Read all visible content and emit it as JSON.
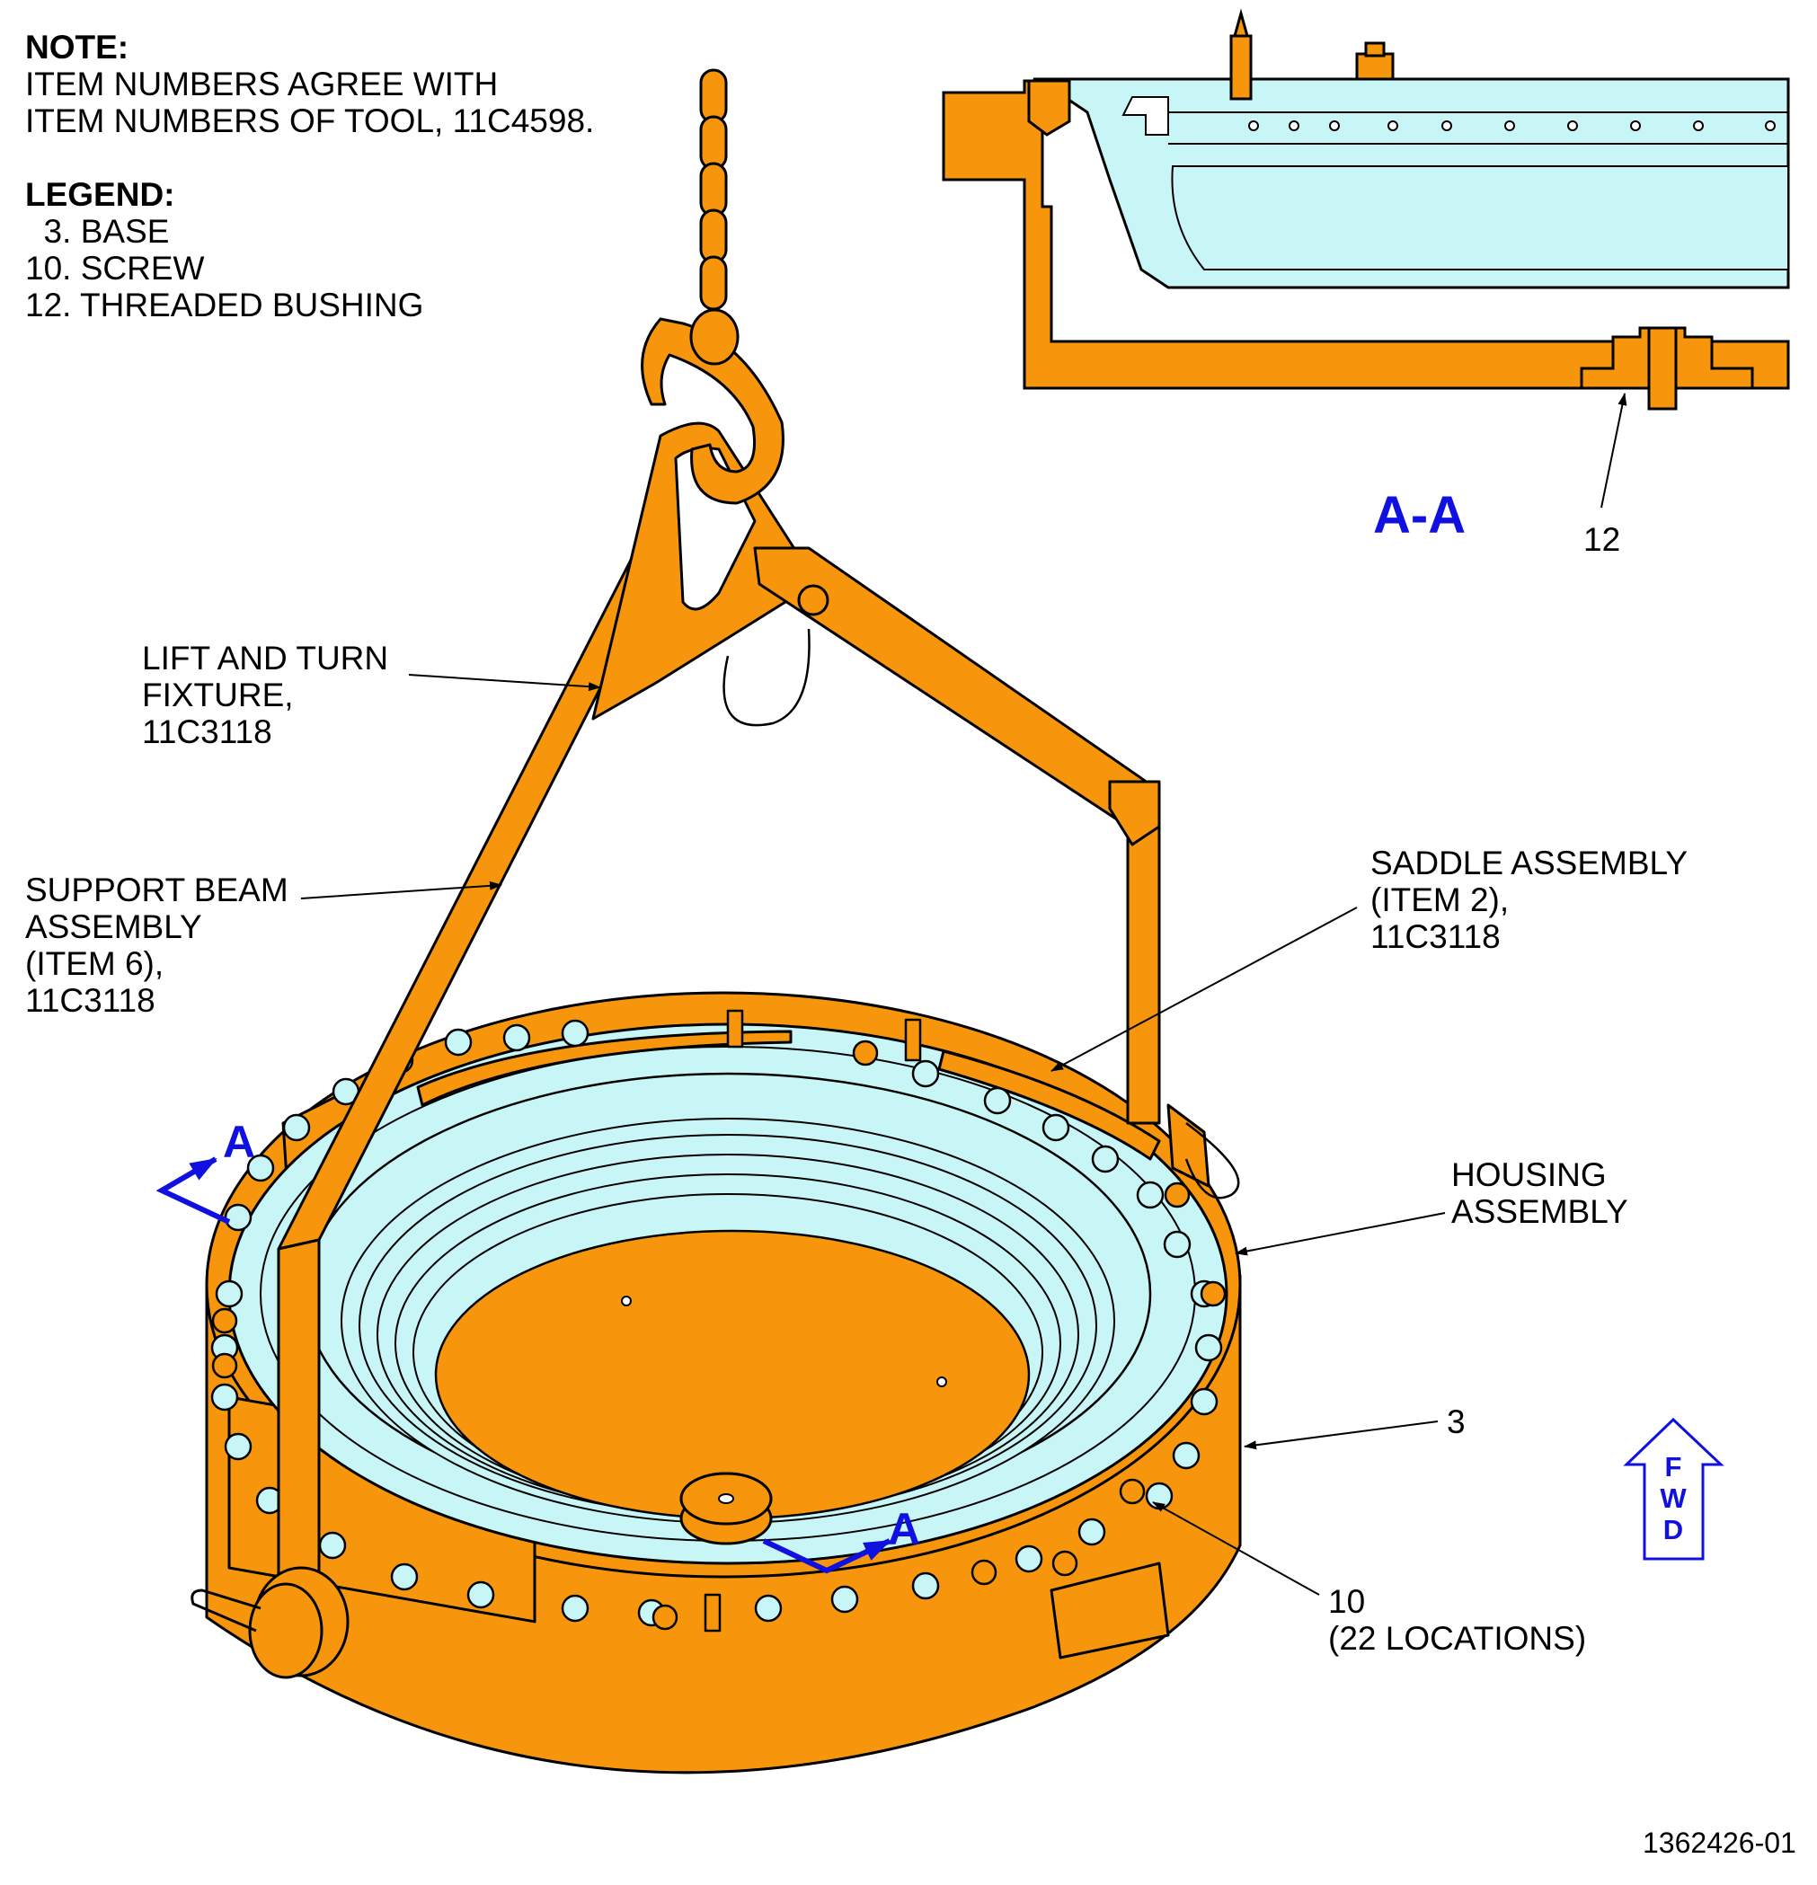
{
  "note": {
    "heading": "NOTE:",
    "line1": "ITEM NUMBERS AGREE WITH",
    "line2": "ITEM NUMBERS OF TOOL, 11C4598."
  },
  "legend": {
    "heading": "LEGEND:",
    "items": [
      "  3. BASE",
      "10. SCREW",
      "12. THREADED BUSHING"
    ]
  },
  "callouts": {
    "lift_fixture": [
      "LIFT AND TURN",
      "FIXTURE,",
      "11C3118"
    ],
    "support_beam": [
      "SUPPORT BEAM",
      "ASSEMBLY",
      "(ITEM 6),",
      "11C3118"
    ],
    "saddle": [
      "SADDLE ASSEMBLY",
      "(ITEM 2),",
      "11C3118"
    ],
    "housing": [
      "HOUSING",
      "ASSEMBLY"
    ],
    "base": "3",
    "screw": [
      "10",
      "(22 LOCATIONS)"
    ],
    "bushing": "12"
  },
  "section": {
    "view_title": "A-A",
    "marker_left": "A",
    "marker_bottom": "A"
  },
  "fwd_arrow": [
    "F",
    "W",
    "D"
  ],
  "figure_id": "1362426-01",
  "colors": {
    "part_orange": "#f7960d",
    "part_light_blue": "#c8f5f5",
    "line": "#000000",
    "section_blue": "#1010e0"
  }
}
